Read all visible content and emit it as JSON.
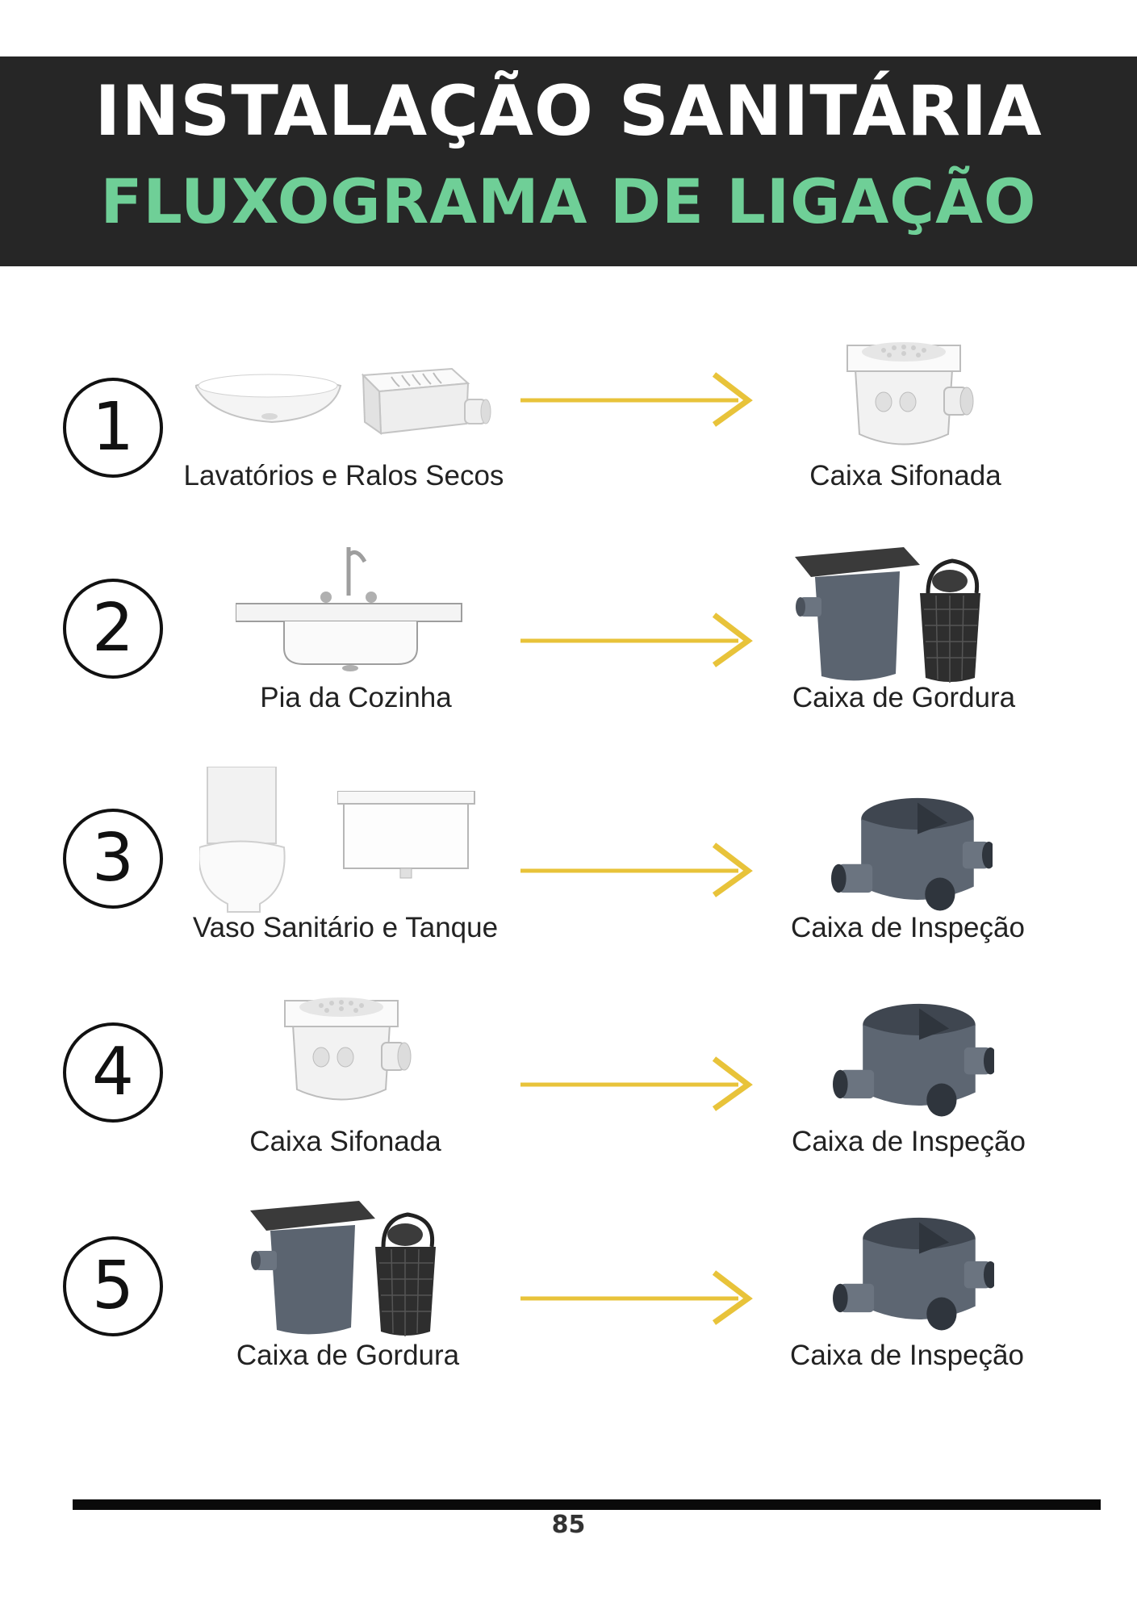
{
  "header": {
    "title": "INSTALAÇÃO SANITÁRIA",
    "subtitle": "FLUXOGRAMA DE LIGAÇÃO"
  },
  "colors": {
    "banner": "#262626",
    "subtitle": "#6fcf97",
    "arrow": "#e8c33a"
  },
  "rows": [
    {
      "number": "1",
      "source": "Lavatórios e Ralos Secos",
      "target": "Caixa Sifonada"
    },
    {
      "number": "2",
      "source": "Pia da Cozinha",
      "target": "Caixa de Gordura"
    },
    {
      "number": "3",
      "source": "Vaso Sanitário e Tanque",
      "target": "Caixa de Inspeção"
    },
    {
      "number": "4",
      "source": "Caixa Sifonada",
      "target": "Caixa de Inspeção"
    },
    {
      "number": "5",
      "source": "Caixa de Gordura",
      "target": "Caixa de Inspeção"
    }
  ],
  "footer": {
    "page_number": "85"
  }
}
